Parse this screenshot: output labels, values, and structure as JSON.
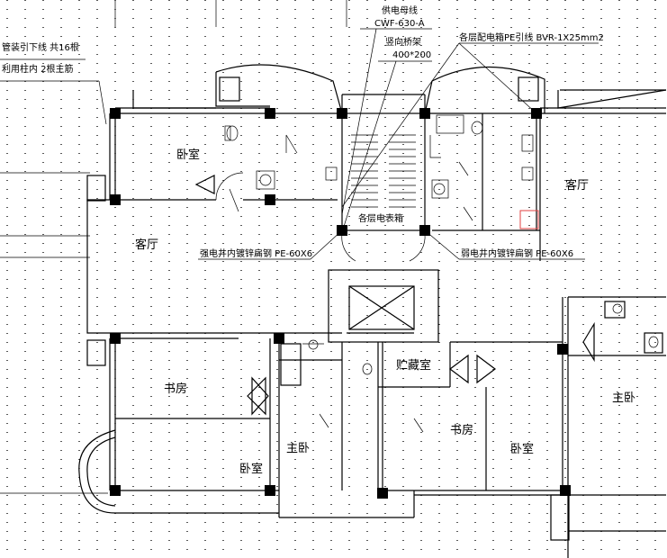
{
  "rooms": {
    "bedroom_top_left": "卧室",
    "living_left": "客厅",
    "living_right": "客厅",
    "study_left": "书房",
    "bedroom_bottom_left": "卧室",
    "master_bottom_center": "主卧",
    "study_bottom_center": "书房",
    "bedroom_bottom_right": "卧室",
    "master_right": "主卧",
    "storage": "贮藏室"
  },
  "annotations": {
    "left_note_line1": "管装引下线 共16根",
    "left_note_line2": "利用柱内 2根主筋",
    "busway_title": "供电母线",
    "busway_model": "CWF-630-A",
    "tray_title": "竖向桥架",
    "tray_size": "400*200",
    "pe_note": "各层配电箱PE引线 BVR-1X25mm2",
    "meter_box": "各层电表箱",
    "weak_shaft": "强电井内镀锌扁钢 PE-60X6",
    "strong_shaft": "弱电井内镀锌扁钢 PE-60X6"
  },
  "colors": {
    "line": "#000000",
    "marker": "#e04040"
  }
}
